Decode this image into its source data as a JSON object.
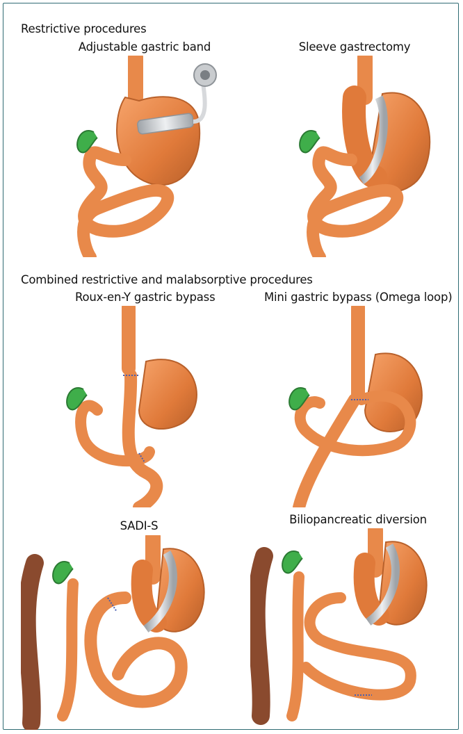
{
  "sections": {
    "restrictive": "Restrictive procedures",
    "combined": "Combined restrictive and malabsorptive procedures"
  },
  "panels": {
    "band": "Adjustable gastric band",
    "sleeve": "Sleeve gastrectomy",
    "rygb": "Roux-en-Y gastric bypass",
    "mgb": "Mini gastric bypass (Omega loop)",
    "sadis": "SADI-S",
    "bpd": "Biliopancreatic diversion"
  },
  "colors": {
    "intestine": "#e8894a",
    "intestine_dark": "#b8602a",
    "stomach": "#e07a3a",
    "gallbladder": "#3fae4a",
    "band": "#c9cccf",
    "colon": "#8a4a2e",
    "staple": "#4a5fb0",
    "border": "#2f6b73"
  }
}
